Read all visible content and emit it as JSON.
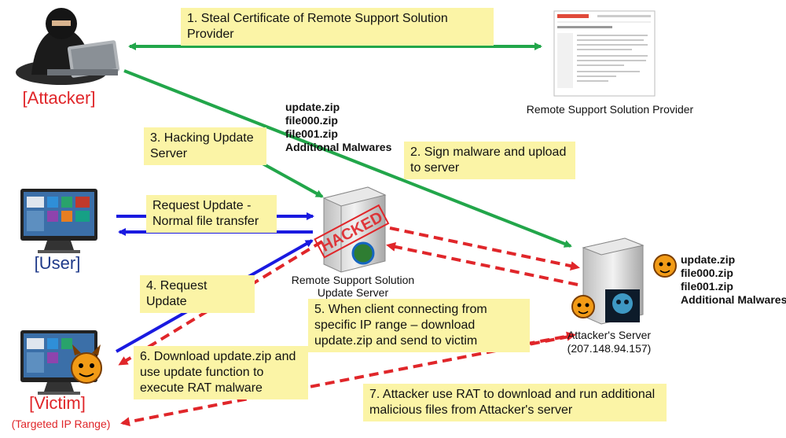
{
  "roles": {
    "attacker": "[Attacker]",
    "user": "[User]",
    "victim": "[Victim]",
    "victim_sub": "(Targeted IP Range)"
  },
  "nodes": {
    "provider": "Remote Support Solution Provider",
    "update_server": "Remote Support Solution\nUpdate Server",
    "attacker_server": "Attacker's Server\n(207.148.94.157)",
    "hacked_stamp": "HACKED"
  },
  "file_lists": {
    "update_server": [
      "update.zip",
      "file000.zip",
      "file001.zip",
      "Additional Malwares"
    ],
    "attacker_server": [
      "update.zip",
      "file000.zip",
      "file001.zip",
      "Additional Malwares"
    ]
  },
  "steps": {
    "s1": "1. Steal Certificate of Remote Support Solution Provider",
    "s2": "2. Sign malware and upload to server",
    "s3": "3. Hacking Update Server",
    "req_normal": "Request Update - Normal file transfer",
    "s4": "4. Request Update",
    "s5": "5. When client connecting from specific IP range – download update.zip and send to victim",
    "s6": "6. Download update.zip and use update function to execute RAT malware",
    "s7": "7. Attacker use RAT to download and run additional malicious files from Attacker's server"
  },
  "colors": {
    "green": "#22a64a",
    "blue": "#1a1ae0",
    "red": "#e0262a",
    "note_bg": "#fbf4a6"
  }
}
